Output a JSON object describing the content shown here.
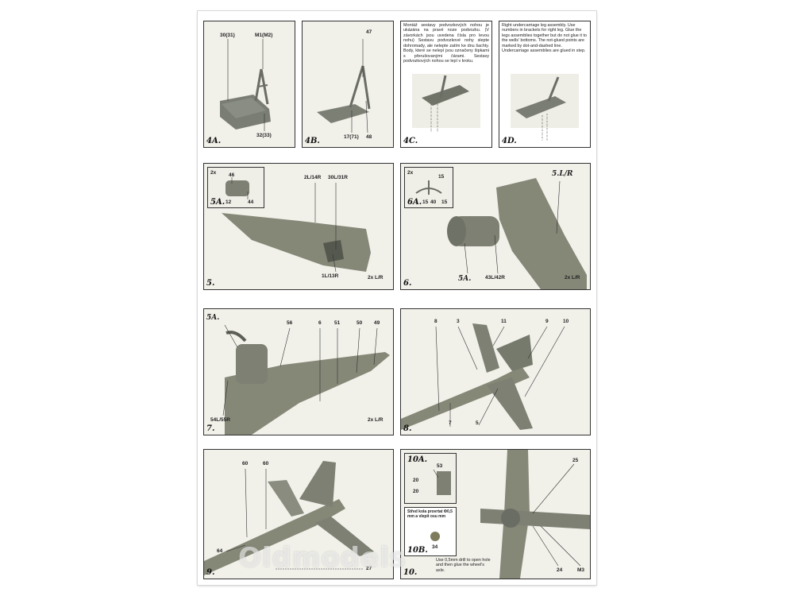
{
  "panels": {
    "p4a": {
      "step": "4A.",
      "labels": [
        "30(31)",
        "M1(M2)",
        "32(33)"
      ]
    },
    "p4b": {
      "step": "4B.",
      "labels": [
        "47",
        "17(71)",
        "48"
      ]
    },
    "p4c": {
      "step": "4C.",
      "text": "Montáž sestavy podvozkových nohou je ukázána na pravé noze podvozku. (V závorkách jsou uvedena čísla pro levou nohu) Sestavu podvozkové nohy slepte dohromady, ale nelepte zatím ke dnu šachty. Body, které se nelepí jsou označeny šipkami s přerušovanými čárami. Sestavy podvozkových nohou se lepí v kroku."
    },
    "p4d": {
      "step": "4D.",
      "text": "Right undercarriage leg assembly. Use numbers in brackets for right leg. Glue the legs assemblies together but do not glue it to the wells' bottoms. The not-glued points are marked by dot-and-dashed line. Undercarriage assemblies are glued in step."
    },
    "p5": {
      "step": "5.",
      "inset_step": "5A.",
      "inset_qty": "2x",
      "inset_labels": [
        "46",
        "12",
        "44"
      ],
      "labels": [
        "2L/14R",
        "30L/31R",
        "1L/13R"
      ],
      "qty": "2x L/R"
    },
    "p6": {
      "step": "6.",
      "inset_step": "6A.",
      "inset_qty": "2x",
      "inset_labels": [
        "15",
        "15",
        "40",
        "15"
      ],
      "labels": [
        "5.L/R",
        "5A.",
        "43L/42R"
      ],
      "qty": "2x L/R"
    },
    "p7": {
      "step": "7.",
      "labels": [
        "5A.",
        "56",
        "6",
        "51",
        "50",
        "49",
        "54L/55R"
      ],
      "qty": "2x L/R"
    },
    "p8": {
      "step": "8.",
      "labels": [
        "8",
        "3",
        "11",
        "9",
        "10",
        "7",
        "5"
      ]
    },
    "p9": {
      "step": "9.",
      "labels": [
        "60",
        "60",
        "64",
        "27"
      ]
    },
    "p10": {
      "step": "10.",
      "inset_a": "10A.",
      "inset_a_labels": [
        "53",
        "20",
        "20"
      ],
      "inset_b": "10B.",
      "inset_b_text": "Střed kola provrtat Φ0,5 mm a vlepit osu mm",
      "inset_b_labels": [
        "34"
      ],
      "note": "Use 0,5mm drill to open hole and then glue the wheel's axle.",
      "labels": [
        "25",
        "24",
        "M3"
      ]
    }
  },
  "watermark": "Oldmodels"
}
